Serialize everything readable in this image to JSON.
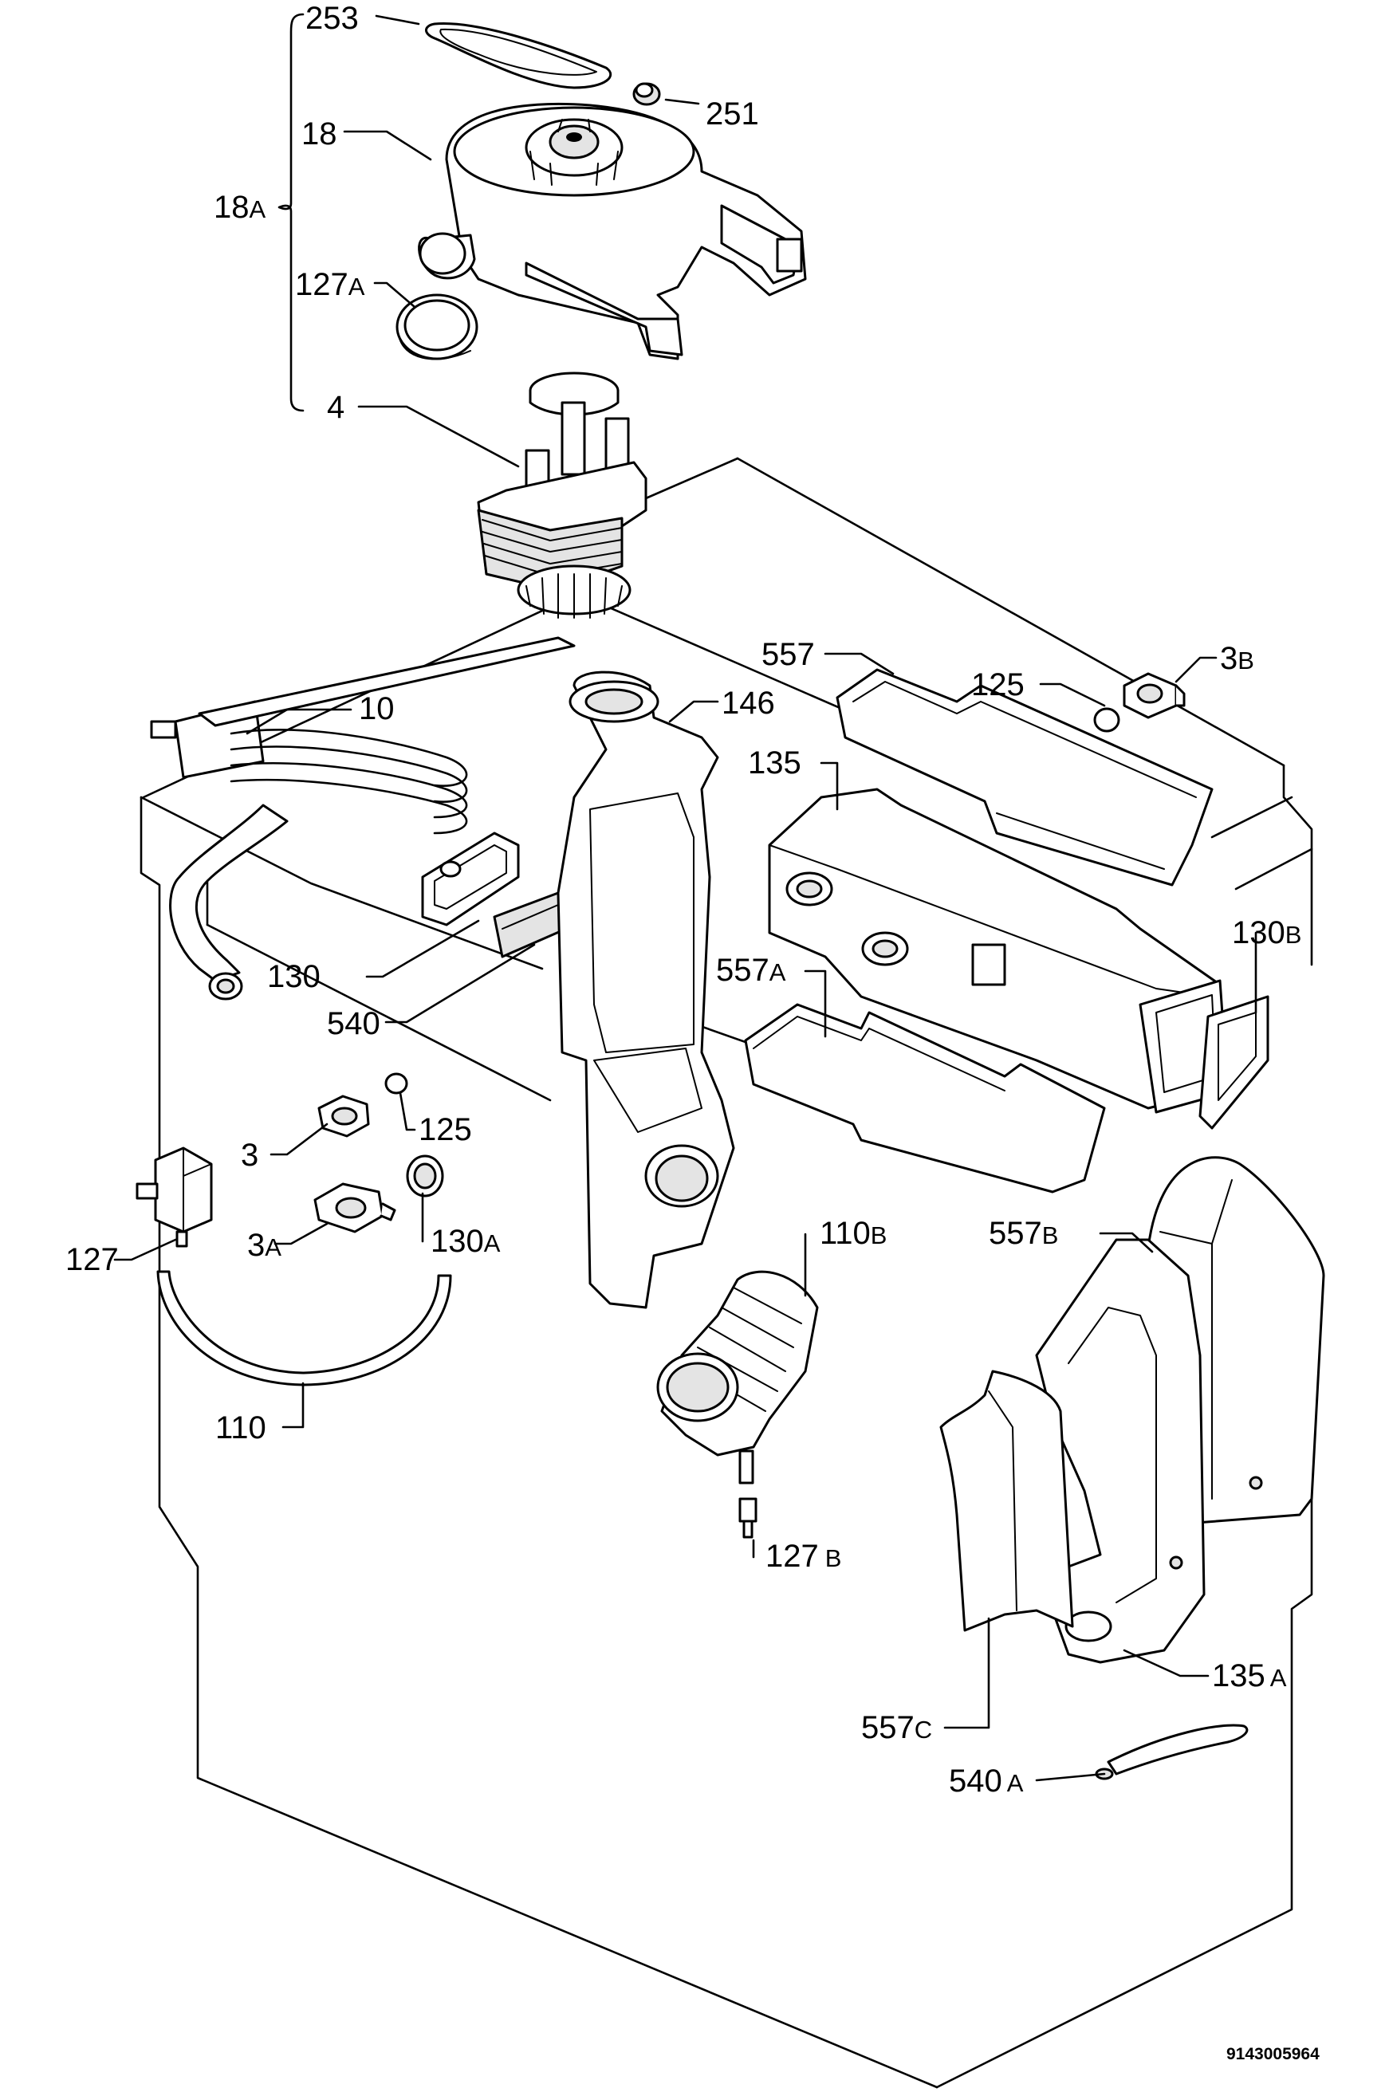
{
  "drawing_code": "9143005964",
  "labels": {
    "l253": "253",
    "l251": "251",
    "l18": "18",
    "l18a": {
      "num": "18",
      "suf": "A"
    },
    "l127a": {
      "num": "127",
      "suf": "A"
    },
    "l4": "4",
    "l10": "10",
    "l146": "146",
    "l557": "557",
    "l125": "125",
    "l3b": {
      "num": "3",
      "suf": "B"
    },
    "l135": "135",
    "l130b": {
      "num": "130",
      "suf": "B"
    },
    "l557a": {
      "num": "557",
      "suf": "A"
    },
    "l130": "130",
    "l540": "540",
    "l125b": "125",
    "l3": "3",
    "l3a": {
      "num": "3",
      "suf": "A"
    },
    "l130a": {
      "num": "130",
      "suf": "A"
    },
    "l127": "127",
    "l110b": {
      "num": "110",
      "suf": "B"
    },
    "l557b": {
      "num": "557",
      "suf": "B"
    },
    "l110": "110",
    "l127b": {
      "num": "127",
      "suf": "B"
    },
    "l135a": {
      "num": "135",
      "suf": "A"
    },
    "l557c": {
      "num": "557",
      "suf": "C"
    },
    "l540a": {
      "num": "540",
      "suf": "A"
    }
  }
}
